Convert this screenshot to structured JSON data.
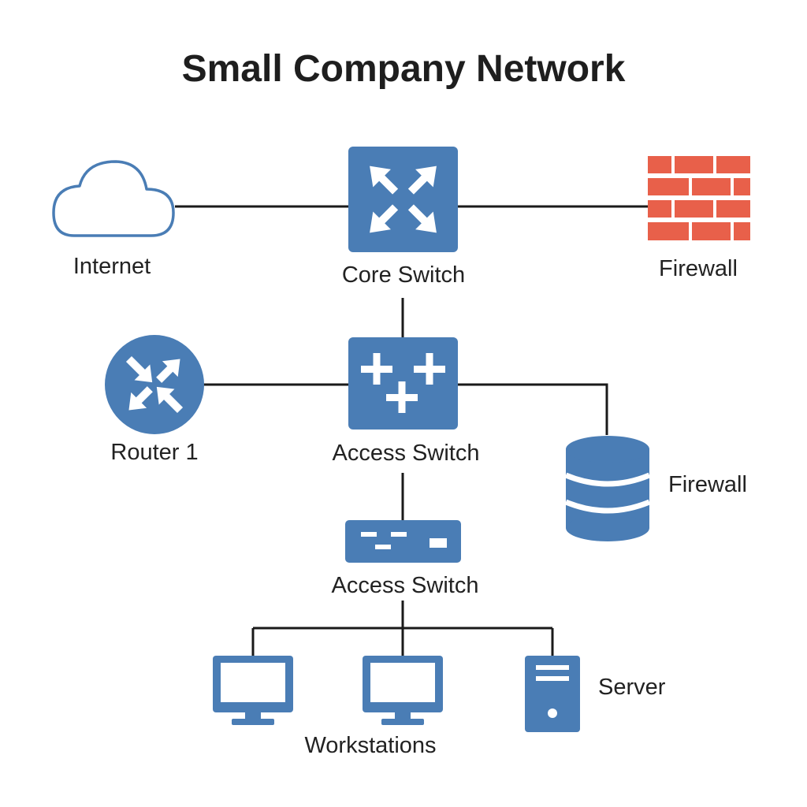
{
  "title": "Small Company Network",
  "colors": {
    "device_blue": "#4a7db5",
    "firewall_red": "#e8604a",
    "cloud_stroke": "#4a7db5",
    "link_line": "#1a1a1a",
    "screen_fill": "#ffffff"
  },
  "nodes": {
    "internet": {
      "label": "Internet",
      "icon": "cloud-icon"
    },
    "core_switch": {
      "label": "Core Switch",
      "icon": "switch-arrows-icon"
    },
    "firewall_top": {
      "label": "Firewall",
      "icon": "brick-wall-icon"
    },
    "router": {
      "label": "Router 1",
      "icon": "router-icon"
    },
    "access_switch_1": {
      "label": "Access Switch",
      "icon": "switch-plus-icon"
    },
    "database": {
      "label": "Firewall",
      "icon": "database-icon"
    },
    "access_switch_2": {
      "label": "Access Switch",
      "icon": "switch-ports-icon"
    },
    "workstations": {
      "label": "Workstations",
      "icon": "monitor-icon"
    },
    "server": {
      "label": "Server",
      "icon": "server-tower-icon"
    }
  },
  "links": [
    [
      "internet",
      "core_switch"
    ],
    [
      "core_switch",
      "firewall_top"
    ],
    [
      "core_switch",
      "access_switch_1"
    ],
    [
      "router",
      "access_switch_1"
    ],
    [
      "access_switch_1",
      "database"
    ],
    [
      "access_switch_1",
      "access_switch_2"
    ],
    [
      "access_switch_2",
      "workstations"
    ],
    [
      "access_switch_2",
      "server"
    ]
  ]
}
